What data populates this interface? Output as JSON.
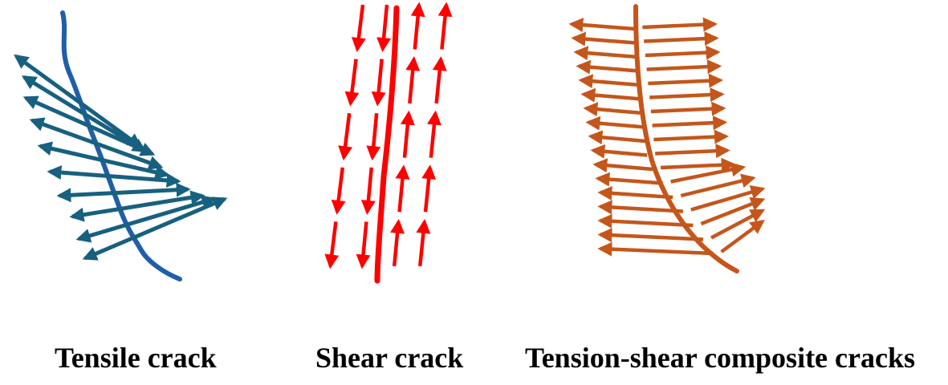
{
  "captions": {
    "tensile": "Tensile crack",
    "shear": "Shear crack",
    "composite": "Tension-shear composite cracks"
  },
  "colors": {
    "tensile_crack": "#1f5fa8",
    "tensile_arrows": "#17607f",
    "shear": "#ff0000",
    "composite": "#c4561b",
    "text": "#000000"
  },
  "panels": [
    {
      "id": "tensile",
      "crack_icon": "wavy-crack-line",
      "arrow_icon": "double-headed-arrow",
      "arrow_count": 10
    },
    {
      "id": "shear",
      "crack_icon": "straight-crack-line",
      "arrow_icon": "single-headed-arrow",
      "arrow_columns": 4
    },
    {
      "id": "composite",
      "crack_icon": "curved-crack-line",
      "arrow_icon": "single-headed-arrow",
      "arrow_count": 34
    }
  ]
}
